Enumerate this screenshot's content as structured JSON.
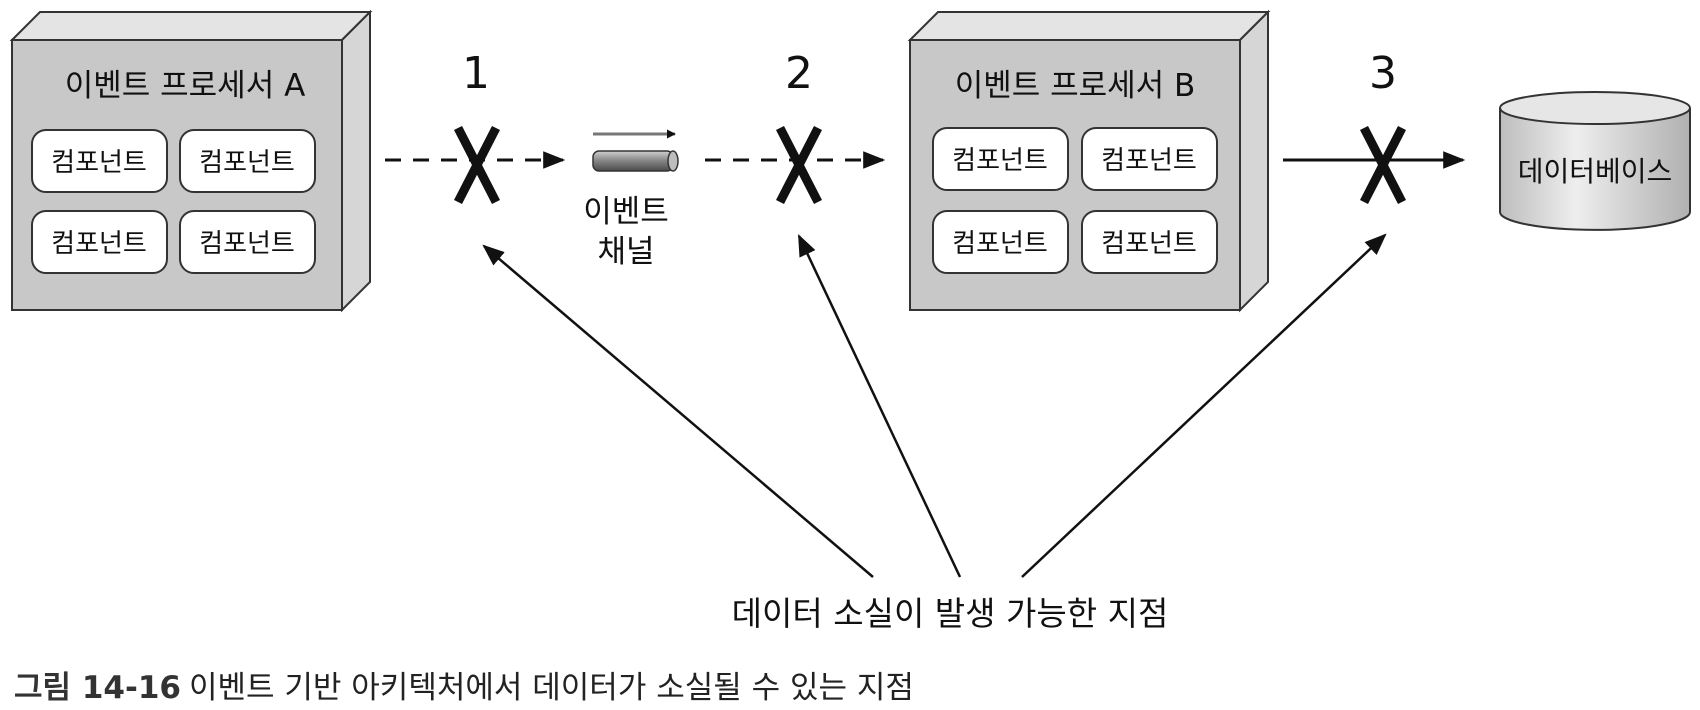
{
  "processor_a": {
    "title": "이벤트 프로세서 A",
    "components": [
      "컴포넌트",
      "컴포넌트",
      "컴포넌트",
      "컴포넌트"
    ]
  },
  "processor_b": {
    "title": "이벤트 프로세서 B",
    "components": [
      "컴포넌트",
      "컴포넌트",
      "컴포넌트",
      "컴포넌트"
    ]
  },
  "channel": {
    "line1": "이벤트",
    "line2": "채널"
  },
  "database": {
    "label": "데이터베이스"
  },
  "loss_points": [
    "1",
    "2",
    "3"
  ],
  "loss_label": "데이터 소실이 발생 가능한 지점",
  "caption": {
    "figure": "그림 14-16",
    "text": "이벤트 기반 아키텍처에서 데이터가 소실될 수 있는 지점"
  },
  "colors": {
    "box_fill": "#c8c8c8",
    "box_side": "#d6d6d6",
    "box_top": "#e4e4e4",
    "stroke": "#222222",
    "component_fill": "#ffffff"
  }
}
